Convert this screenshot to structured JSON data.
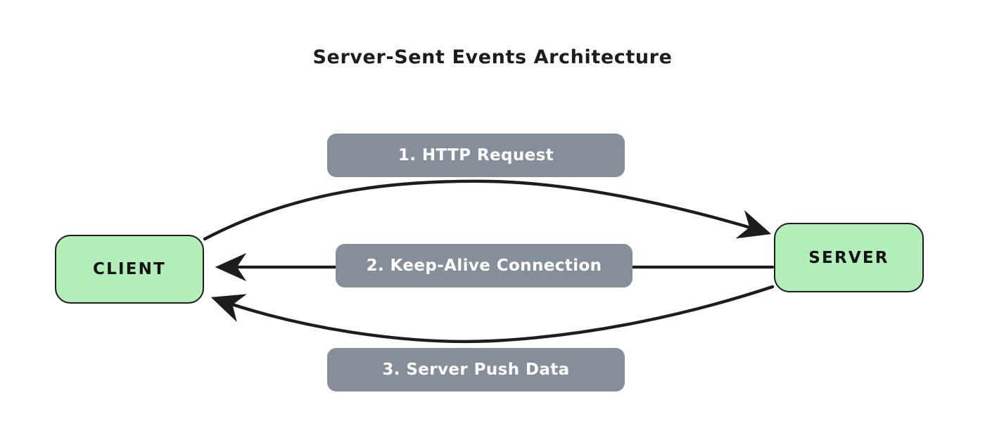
{
  "diagram": {
    "title": "Server-Sent Events Architecture",
    "type": "sequence-architecture",
    "background_color": "#ffffff",
    "nodes": [
      {
        "id": "client",
        "label": "CLIENT",
        "fill_color": "#b3edb9",
        "stroke_color": "#1d1d1d",
        "text_color": "#131313"
      },
      {
        "id": "server",
        "label": "SERVER",
        "fill_color": "#b3edb9",
        "stroke_color": "#1d1d1d",
        "text_color": "#131313"
      }
    ],
    "edges": [
      {
        "id": "edge-1",
        "label": "1. HTTP Request",
        "from": "client",
        "to": "server",
        "direction": "right",
        "shape": "curve-up",
        "label_fill": "#868e99",
        "label_text_color": "#ffffff",
        "stroke_color": "#1d1d1d"
      },
      {
        "id": "edge-2",
        "label": "2. Keep-Alive Connection",
        "from": "server",
        "to": "client",
        "direction": "left",
        "shape": "straight",
        "label_fill": "#868e99",
        "label_text_color": "#ffffff",
        "stroke_color": "#1d1d1d"
      },
      {
        "id": "edge-3",
        "label": "3. Server Push Data",
        "from": "server",
        "to": "client",
        "direction": "left",
        "shape": "curve-down",
        "label_fill": "#868e99",
        "label_text_color": "#ffffff",
        "stroke_color": "#1d1d1d"
      }
    ]
  }
}
